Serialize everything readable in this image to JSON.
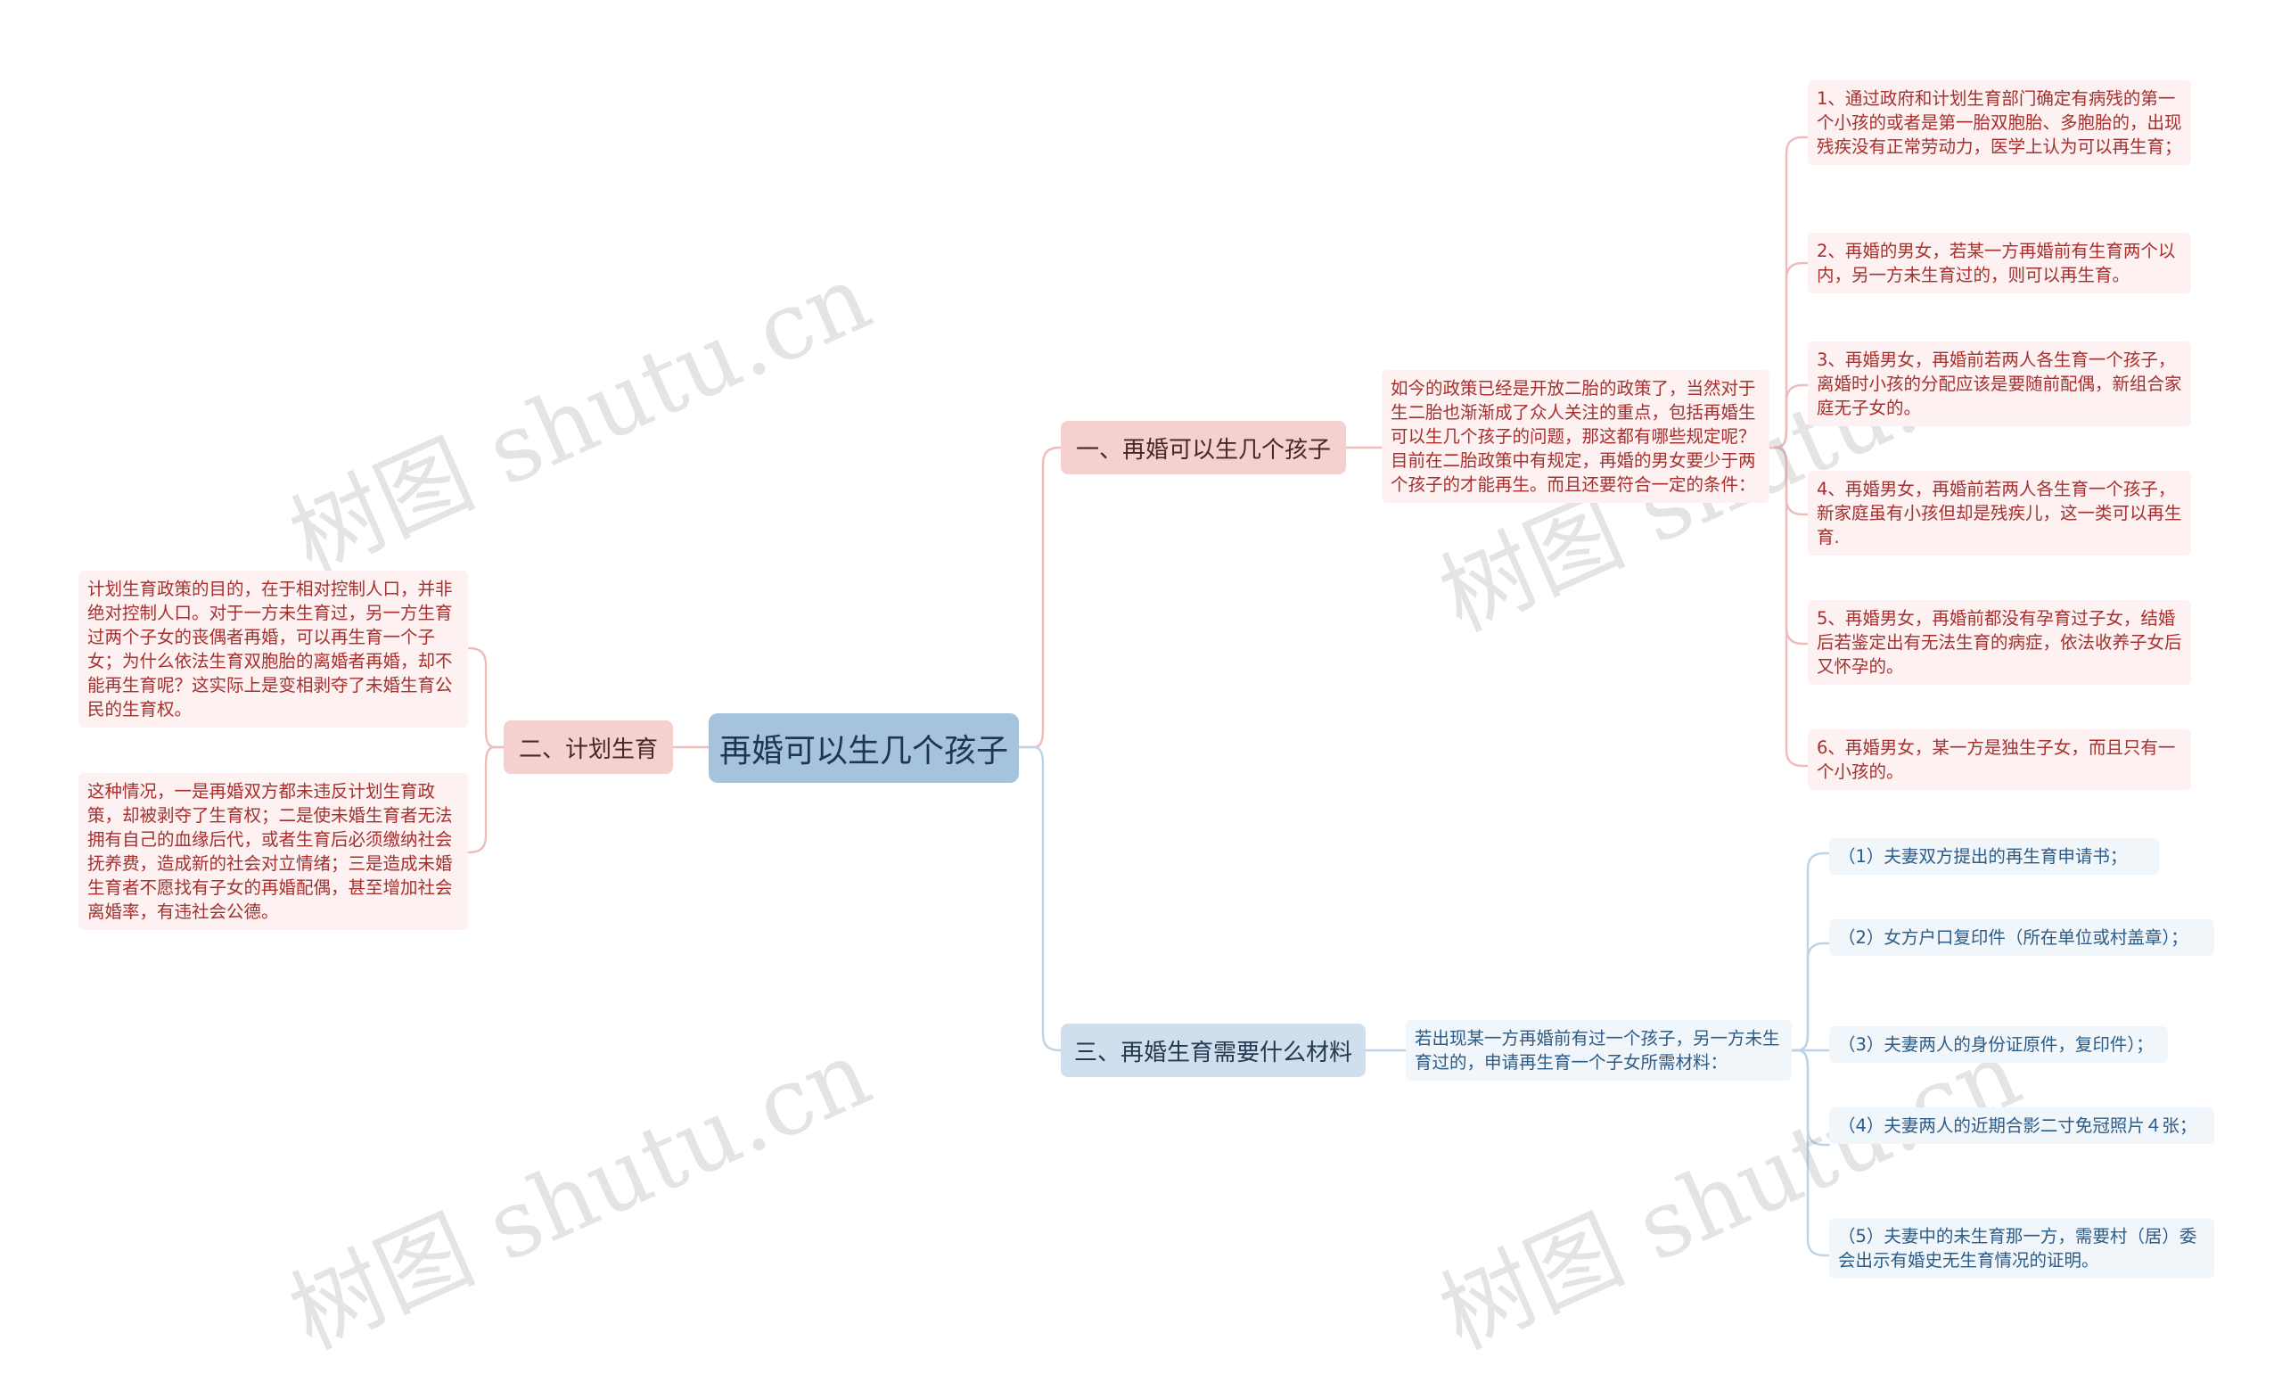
{
  "root": {
    "label": "再婚可以生几个孩子"
  },
  "branches": {
    "b1": {
      "label": "一、再婚可以生几个孩子",
      "intro": "如今的政策已经是开放二胎的政策了，当然对于生二胎也渐渐成了众人关注的重点，包括再婚生可以生几个孩子的问题，那这都有哪些规定呢？目前在二胎政策中有规定，再婚的男女要少于两个孩子的才能再生。而且还要符合一定的条件：",
      "items": [
        "1、通过政府和计划生育部门确定有病残的第一个小孩的或者是第一胎双胞胎、多胞胎的，出现残疾没有正常劳动力，医学上认为可以再生育；",
        "2、再婚的男女，若某一方再婚前有生育两个以内，另一方未生育过的，则可以再生育。",
        "3、再婚男女，再婚前若两人各生育一个孩子，离婚时小孩的分配应该是要随前配偶，新组合家庭无子女的。",
        "4、再婚男女，再婚前若两人各生育一个孩子，新家庭虽有小孩但却是残疾儿，这一类可以再生育.",
        "5、再婚男女，再婚前都没有孕育过子女，结婚后若鉴定出有无法生育的病症，依法收养子女后又怀孕的。",
        "6、再婚男女，某一方是独生子女，而且只有一个小孩的。"
      ]
    },
    "b2": {
      "label": "二、计划生育",
      "items": [
        "计划生育政策的目的，在于相对控制人口，并非绝对控制人口。对于一方未生育过，另一方生育过两个子女的丧偶者再婚，可以再生育一个子女；为什么依法生育双胞胎的离婚者再婚，却不能再生育呢？这实际上是变相剥夺了未婚生育公民的生育权。",
        "这种情况，一是再婚双方都未违反计划生育政策，却被剥夺了生育权；二是使未婚生育者无法拥有自己的血缘后代，或者生育后必须缴纳社会抚养费，造成新的社会对立情绪；三是造成未婚生育者不愿找有子女的再婚配偶，甚至增加社会离婚率，有违社会公德。"
      ]
    },
    "b3": {
      "label": "三、再婚生育需要什么材料",
      "intro": "若出现某一方再婚前有过一个孩子，另一方未生育过的，申请再生育一个子女所需材料：",
      "items": [
        "（1）夫妻双方提出的再生育申请书；",
        "（2）女方户口复印件（所在单位或村盖章）；",
        "（3）夫妻两人的身份证原件，复印件）；",
        "（4）夫妻两人的近期合影二寸免冠照片４张；",
        "（5）夫妻中的未生育那一方，需要村（居）委会出示有婚史无生育情况的证明。"
      ]
    }
  },
  "watermarks": [
    "树图 shutu.cn",
    "树图 shutu.cn",
    "树图 shutu.cn",
    "树图 shutu.cn"
  ],
  "colors": {
    "root_bg": "#a6c3dd",
    "red_branch_bg": "#f6cfcf",
    "blue_branch_bg": "#cfdfee",
    "red_text": "#a6302e",
    "blue_text": "#2c5b87",
    "red_line": "#efbcbc",
    "blue_line": "#bcd3e8"
  }
}
